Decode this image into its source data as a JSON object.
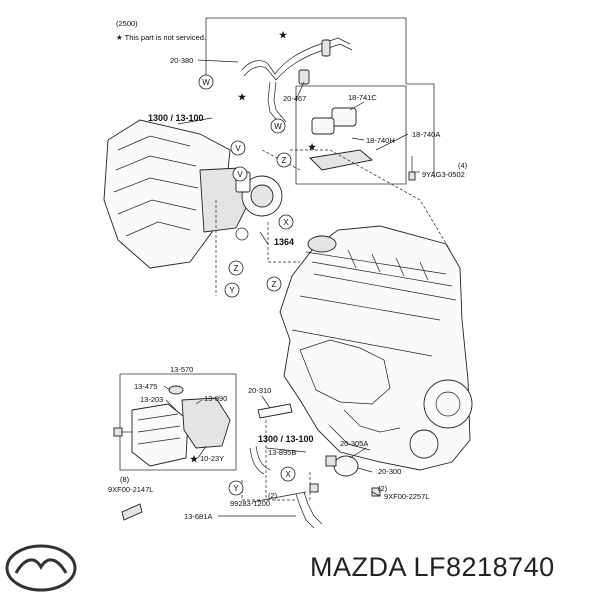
{
  "diagram": {
    "group_code": "(2500)",
    "note": "★ This part is not serviced.",
    "part_numbers": {
      "p_20_380": "20-380",
      "p_20_467": "20-467",
      "p_18_741c": "18-741C",
      "p_18_740a": "18-740A",
      "p_18_740h": "18-740H",
      "p_1300_top": "1300 / 13-100",
      "p_9yag3": "9YAG3-0502",
      "p_9yag3_qty": "(4)",
      "p_1364": "1364",
      "p_13_570": "13-570",
      "p_13_475": "13-475",
      "p_13_890": "13-890",
      "p_13_203": "13-203",
      "p_10_23y": "10-23Y",
      "p_9xf00_2147l": "9XF00-2147L",
      "p_9xf00_2147l_qty": "(8)",
      "p_20_310": "20-310",
      "p_1300_bot": "1300 / 13-100",
      "p_13_895b": "13-895B",
      "p_20_305a": "20-305A",
      "p_20_300": "20-300",
      "p_9xf00_2257l": "9XF00-2257L",
      "p_9xf00_2257l_qty": "(2)",
      "p_99283": "99283-1200",
      "p_99283_qty": "(2)",
      "p_13_681a": "13-681A"
    },
    "callouts": {
      "w1": "W",
      "v1": "V",
      "z1": "Z",
      "w2": "W",
      "v2": "V",
      "x1": "X",
      "z2": "Z",
      "y1": "Y",
      "x2": "X",
      "y2": "Y",
      "z3": "Z"
    },
    "stars": {
      "s1": "★",
      "s2": "★",
      "s3": "★",
      "s4": "★"
    }
  },
  "footer": {
    "brand": "MAZDA LF8218740",
    "logo_icon": "mazda-logo-icon"
  }
}
